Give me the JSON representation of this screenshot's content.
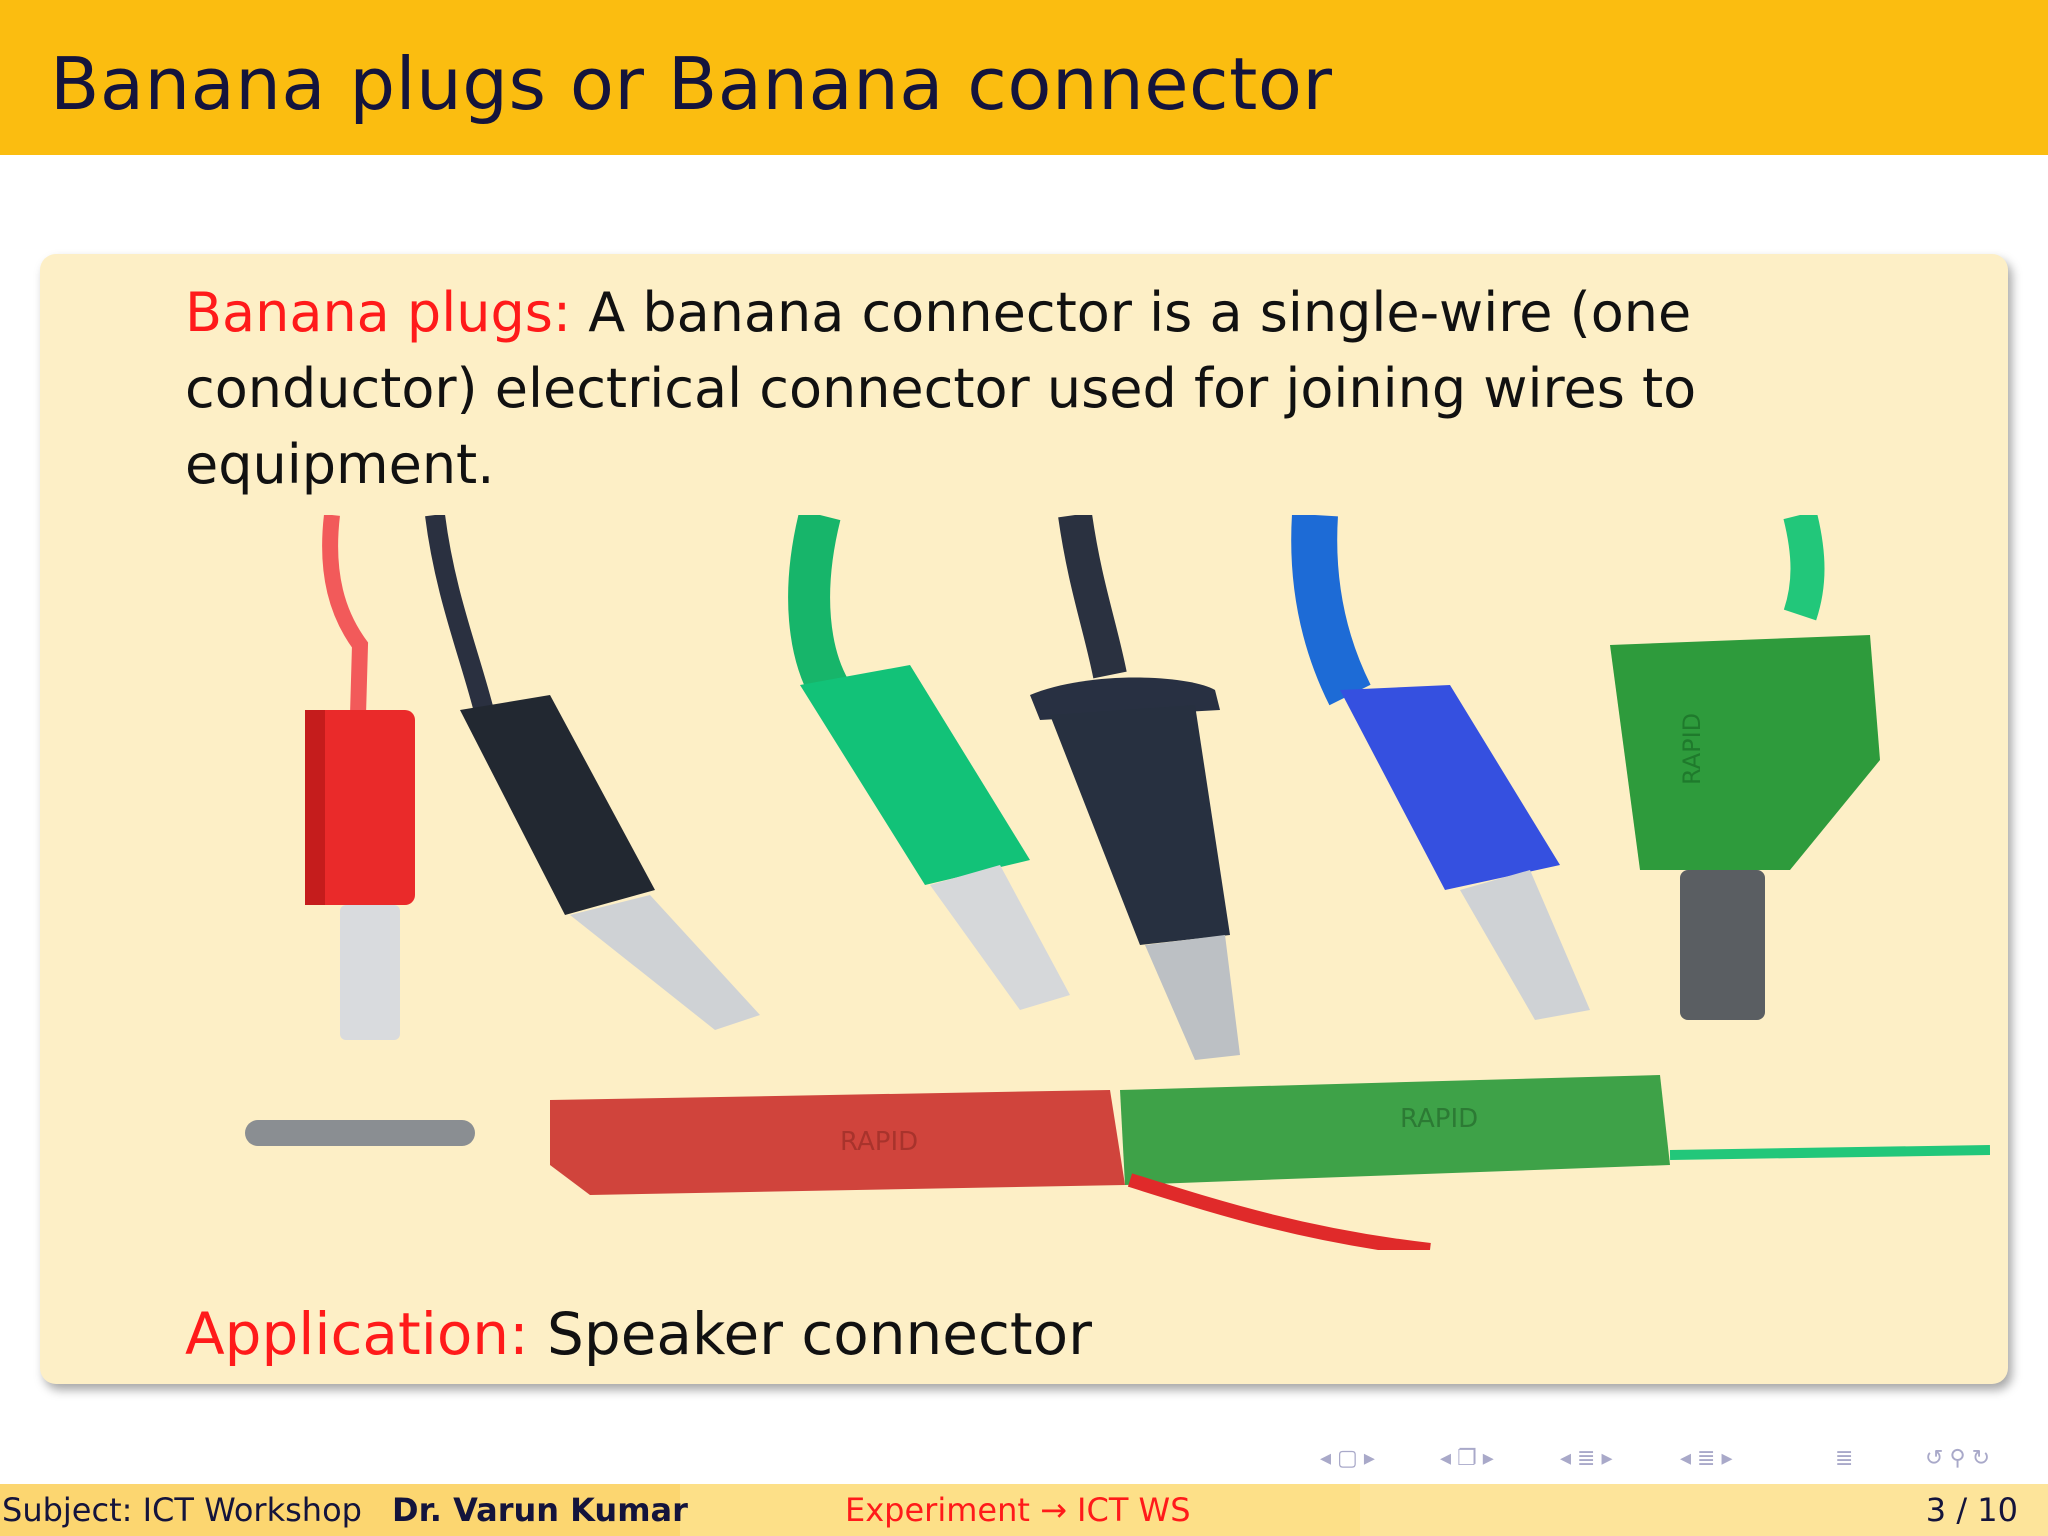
{
  "slide": {
    "title": "Banana plugs or Banana connector",
    "definition_term": "Banana plugs:",
    "definition_text": " A banana connector is a single-wire (one conductor) electrical connector used for joining wires to equipment.",
    "application_term": "Application:",
    "application_text": " Speaker connector",
    "photo_labels": [
      "RAPID",
      "RAPID",
      "RAPID"
    ]
  },
  "footer": {
    "subject": "Subject: ICT Workshop",
    "author": "Dr. Varun Kumar",
    "experiment": "Experiment → ICT WS",
    "page": "3 / 10"
  },
  "colors": {
    "header": "#fbbd10",
    "block": "#fdefc6",
    "highlight": "#ff1a1a",
    "title_text": "#14143c"
  },
  "icons": [
    "nav-prev-frame-icon",
    "nav-frame-icon",
    "nav-next-frame-icon",
    "nav-prev-subsection-icon",
    "nav-subsection-icon",
    "nav-next-subsection-icon",
    "nav-prev-section-icon",
    "nav-section-icon",
    "nav-next-section-icon",
    "nav-prev-slide-icon",
    "nav-slide-icon",
    "nav-next-slide-icon",
    "nav-toc-icon",
    "nav-back-icon",
    "nav-search-icon",
    "nav-forward-icon"
  ]
}
